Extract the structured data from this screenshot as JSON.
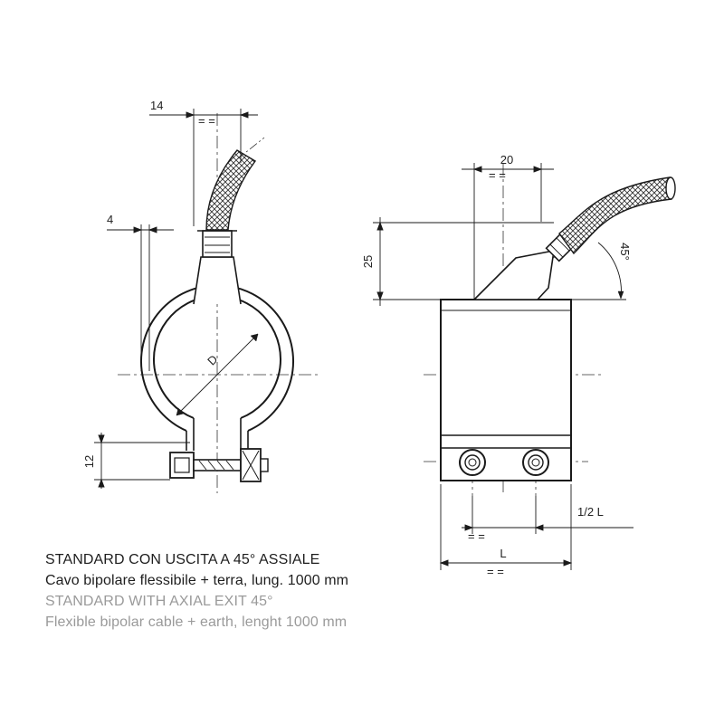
{
  "dimensions": {
    "d14": "14",
    "d4": "4",
    "d12": "12",
    "d20": "20",
    "d25": "25",
    "dD": "D",
    "dAngle": "45°",
    "dHalfL": "1/2  L",
    "dL": "L",
    "eq": "= ="
  },
  "captions": {
    "it_title": "STANDARD CON USCITA A 45° ASSIALE",
    "it_desc": "Cavo bipolare flessibile + terra, lung. 1000 mm",
    "en_title": "STANDARD WITH AXIAL EXIT 45°",
    "en_desc": "Flexible bipolar cable + earth, lenght 1000 mm"
  }
}
